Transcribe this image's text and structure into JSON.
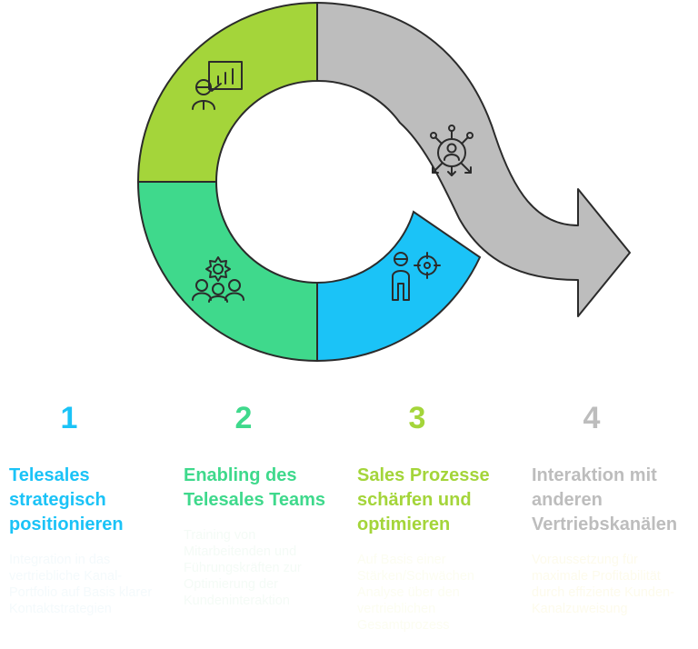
{
  "colors": {
    "green_light": "#a4d53a",
    "green_mint": "#3fd98c",
    "blue": "#1bc3f7",
    "gray": "#bdbdbd",
    "outline": "#2b2b2b"
  },
  "segments": [
    {
      "id": "top-left",
      "color": "#a4d53a",
      "icon": "presenter-chart-icon"
    },
    {
      "id": "bottom-left",
      "color": "#3fd98c",
      "icon": "team-gear-icon"
    },
    {
      "id": "bottom-right",
      "color": "#1bc3f7",
      "icon": "person-target-icon"
    },
    {
      "id": "arrow",
      "color": "#bdbdbd",
      "icon": "network-person-icon"
    }
  ],
  "steps": [
    {
      "number": "1",
      "title": "Telesales strategisch positionieren",
      "description": "Integration in das vertriebliche Kanal-Portfolio auf Basis klarer Kontaktstrategien",
      "color": "#1bc3f7",
      "desc_color": "#f4fafc"
    },
    {
      "number": "2",
      "title": "Enabling des Telesales Teams",
      "description": "Training von Mitarbeitenden und Führungskräften zur Optimierung der Kundeninteraktion",
      "color": "#3fd98c",
      "desc_color": "#f4fbf6"
    },
    {
      "number": "3",
      "title": "Sales Prozesse schärfen und optimieren",
      "description": "Auf Basis einer Stärken/Schwächen Analyse über den vertrieblichen Gesamtprozess",
      "color": "#a4d53a",
      "desc_color": "#fcfdf1"
    },
    {
      "number": "4",
      "title": "Interaktion mit anderen Vertriebskanälen",
      "description": "Voraussetzung für maximale Profitabilität durch effiziente Kunden-Kanalzuweisung",
      "color": "#bdbdbd",
      "desc_color": "#fdfbec"
    }
  ]
}
